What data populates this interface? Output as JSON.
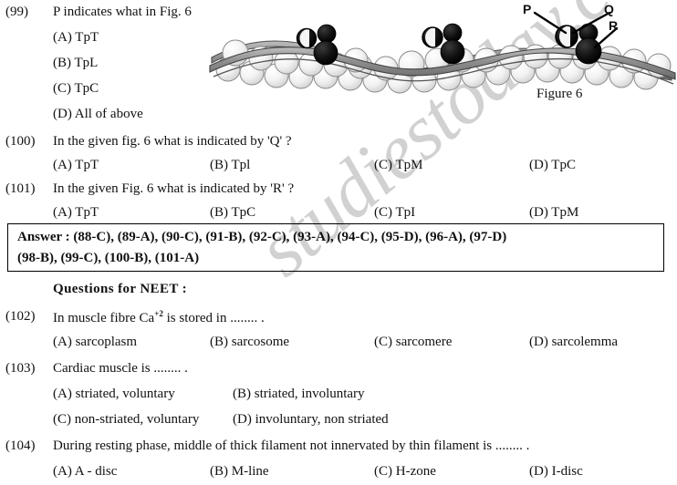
{
  "watermark": {
    "text": "studiestoday.com"
  },
  "figure": {
    "caption": "Figure 6",
    "labels": {
      "p": "P",
      "q": "Q",
      "r": "R"
    },
    "alt": "thin filament with actin spheres, tropomyosin strands and dark troponin subunits"
  },
  "questions": [
    {
      "number": "(99)",
      "text": "P indicates what in Fig. 6",
      "layout": "stacked",
      "options": [
        "(A) TpT",
        "(B) TpL",
        "(C) TpC",
        "(D) All of above"
      ]
    },
    {
      "number": "(100)",
      "text": "In the given fig. 6 what is indicated by 'Q' ?",
      "layout": "four-column",
      "options": [
        "(A) TpT",
        "(B) Tpl",
        "(C) TpM",
        "(D) TpC"
      ]
    },
    {
      "number": "(101)",
      "text": "In the given Fig. 6 what is indicated by 'R' ?",
      "layout": "four-column",
      "options": [
        "(A) TpT",
        "(B) TpC",
        "(C) TpI",
        "(D) TpM"
      ]
    },
    {
      "number": "(102)",
      "text_before_sup": "In muscle fibre Ca",
      "superscript": "+2",
      "text_after_sup": " is stored in ........ .",
      "layout": "four-column",
      "options": [
        "(A) sarcoplasm",
        "(B) sarcosome",
        "(C) sarcomere",
        "(D) sarcolemma"
      ]
    },
    {
      "number": "(103)",
      "text": "Cardiac muscle is ........ .",
      "layout": "two-column",
      "options": [
        "(A) striated, voluntary",
        "(B) striated, involuntary",
        "(C) non-striated, voluntary",
        "(D) involuntary, non striated"
      ]
    },
    {
      "number": "(104)",
      "text": "During resting phase, middle of thick filament not innervated by thin filament is ........ .",
      "layout": "four-column",
      "options": [
        "(A) A - disc",
        "(B) M-line",
        "(C) H-zone",
        "(D) I-disc"
      ]
    }
  ],
  "answer_box": {
    "line1": "Answer :   (88-C), (89-A), (90-C), (91-B), (92-C), (93-A), (94-C), (95-D), (96-A),   (97-D)",
    "line2": "(98-B),  (99-C),  (100-B),  (101-A)"
  },
  "neet_heading": "Questions for NEET :",
  "colors": {
    "text": "#111111",
    "border": "#000000",
    "watermark": "#c9c9c9",
    "page": "#ffffff"
  }
}
